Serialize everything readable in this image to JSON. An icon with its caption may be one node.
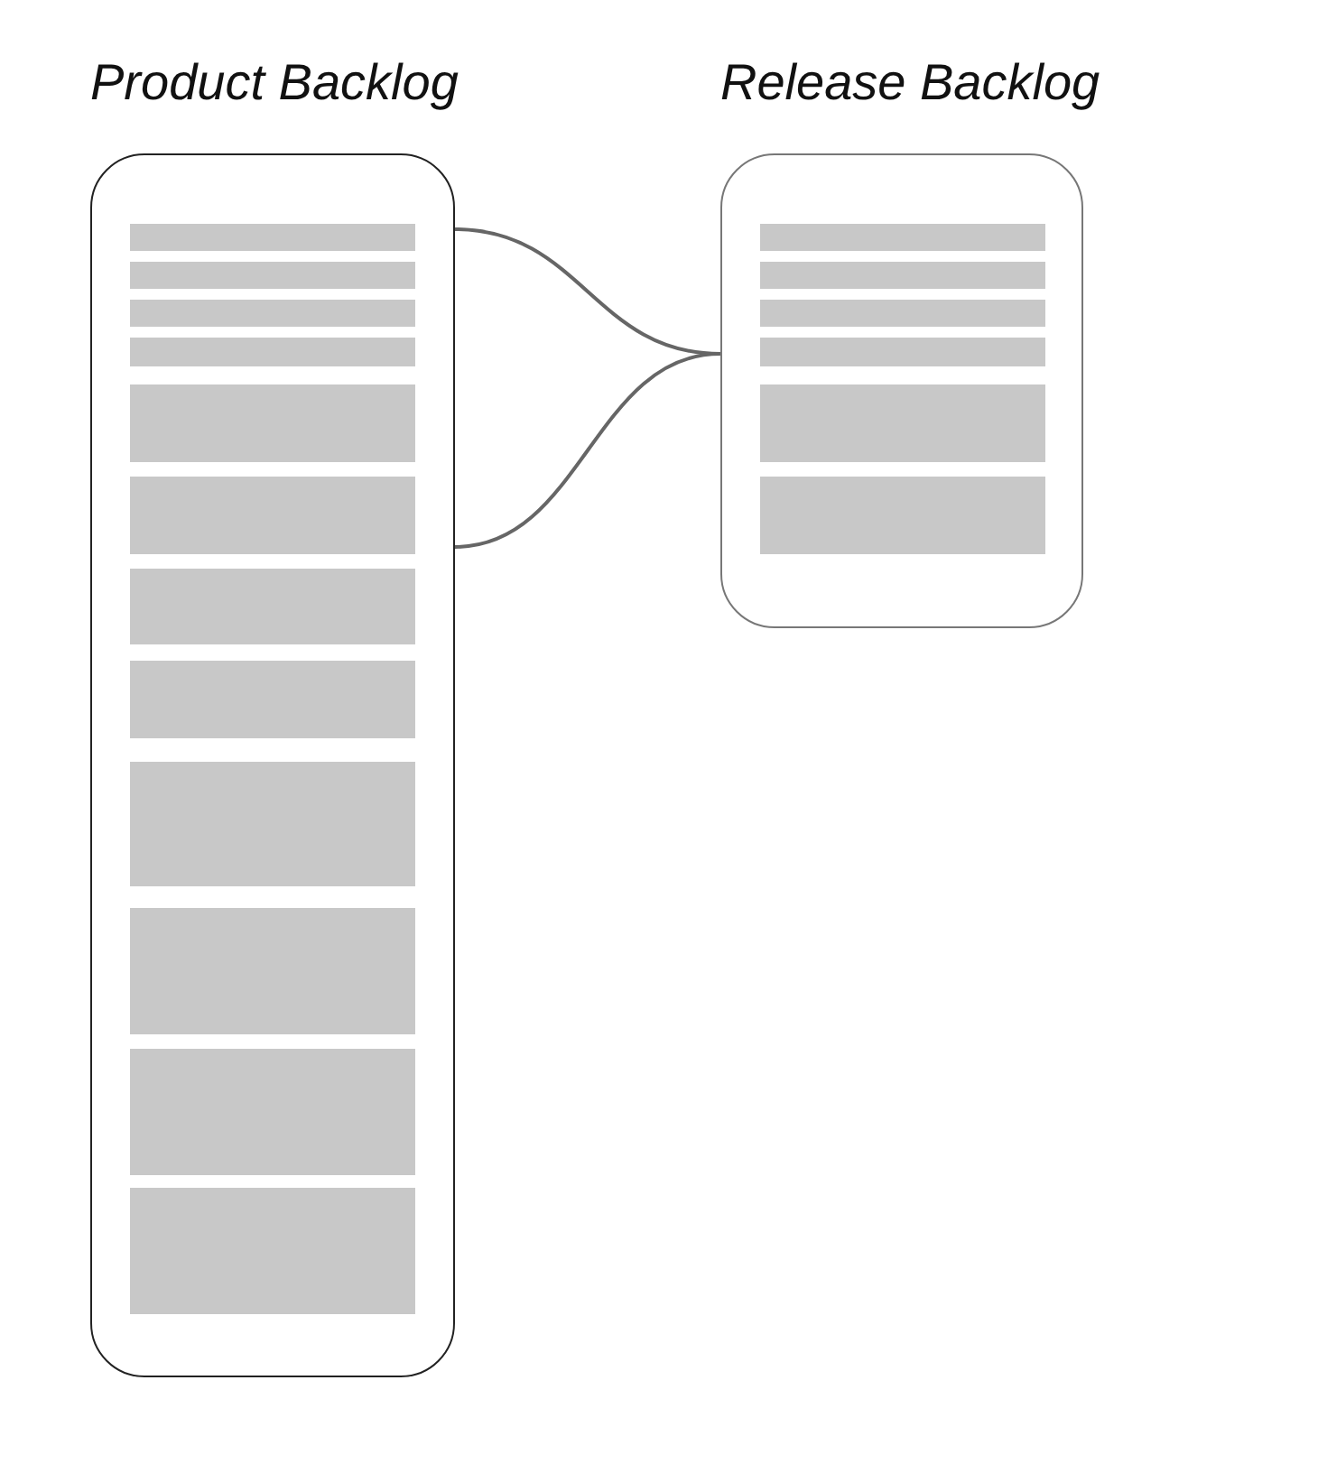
{
  "diagram": {
    "nodes": [
      {
        "text": [
          "Product Backlog"
        ]
      },
      {
        "text": [
          "Release Backlog"
        ]
      },
      {
        "text": [],
        "shape": "bar",
        "in": 0
      },
      {
        "text": [],
        "shape": "bar",
        "in": 0
      },
      {
        "text": [],
        "shape": "bar",
        "in": 0
      },
      {
        "text": [],
        "shape": "bar",
        "in": 0
      },
      {
        "text": [],
        "shape": "bar",
        "in": 0
      },
      {
        "text": [],
        "shape": "bar",
        "in": 0
      },
      {
        "text": [],
        "shape": "bar",
        "in": 0
      },
      {
        "text": [],
        "shape": "bar",
        "in": 0
      },
      {
        "text": [],
        "shape": "bar",
        "in": 0
      },
      {
        "text": [],
        "shape": "bar",
        "in": 0
      },
      {
        "text": [],
        "shape": "bar",
        "in": 0
      },
      {
        "text": [],
        "shape": "bar",
        "in": 0
      },
      {
        "text": [],
        "shape": "bar",
        "in": 1
      },
      {
        "text": [],
        "shape": "bar",
        "in": 1
      },
      {
        "text": [],
        "shape": "bar",
        "in": 1
      },
      {
        "text": [],
        "shape": "bar",
        "in": 1
      },
      {
        "text": [],
        "shape": "bar",
        "in": 1
      },
      {
        "text": [],
        "shape": "bar",
        "in": 1
      }
    ],
    "edges": [
      {
        "from": 0,
        "to": 1,
        "arrow": "none"
      },
      {
        "from": 0,
        "to": 1,
        "arrow": "none"
      }
    ]
  }
}
